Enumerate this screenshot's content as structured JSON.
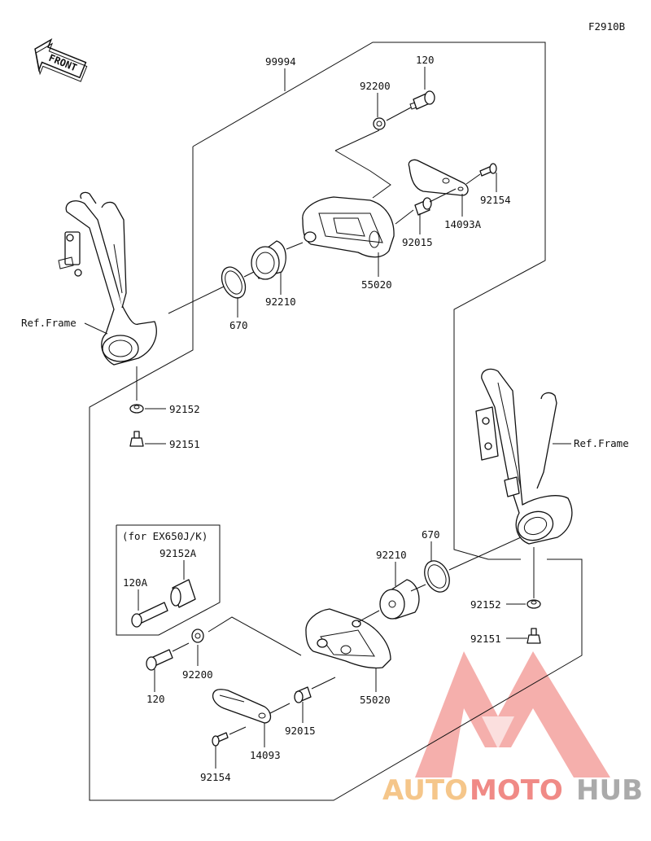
{
  "figure_code": "F2910B",
  "front_arrow_label": "FRONT",
  "variant_box_label": "(for EX650J/K)",
  "watermark": {
    "text_auto": "AUTO",
    "text_moto": "MOTO",
    "text_hub": "HUB",
    "colors": {
      "mark": "#f08a86",
      "auto": "#f5c68a",
      "moto": "#f08a86",
      "hub": "#aaaaaa"
    }
  },
  "parts": {
    "kit": "99994",
    "bolt_top": "120",
    "washer_top": "92200",
    "screw_top": "92154",
    "plate_top": "14093A",
    "collar_top": "92015",
    "slider_top": "55020",
    "spacer_top": "92210",
    "ring_top": "670",
    "frame_left": "Ref.Frame",
    "washer_left": "92152",
    "nut_left": "92151",
    "spacer_variant": "92152A",
    "bolt_variant": "120A",
    "spacer_bottom": "92210",
    "ring_bottom": "670",
    "frame_right": "Ref.Frame",
    "washer_right": "92152",
    "nut_right": "92151",
    "washer_bottom": "92200",
    "bolt_bottom": "120",
    "slider_bottom": "55020",
    "collar_bottom": "92015",
    "plate_bottom": "14093",
    "screw_bottom": "92154"
  }
}
